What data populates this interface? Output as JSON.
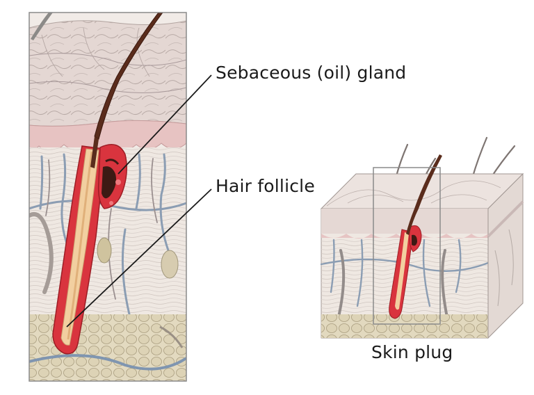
{
  "labels": {
    "sebaceous_gland": "Sebaceous (oil) gland",
    "hair_follicle": "Hair follicle",
    "skin_plug": "Skin plug"
  },
  "colors": {
    "skin_base": "#ede3de",
    "epidermis": "#e8d6d2",
    "dermis_pink": "#e9c9c8",
    "follicle_red": "#d9343e",
    "hair_shaft": "#5a2c1c",
    "hair_core": "#f2d39a",
    "vessel_blue": "#8b9db3",
    "fat_tan": "#cfc3a4",
    "outline": "#8a8a8a"
  }
}
